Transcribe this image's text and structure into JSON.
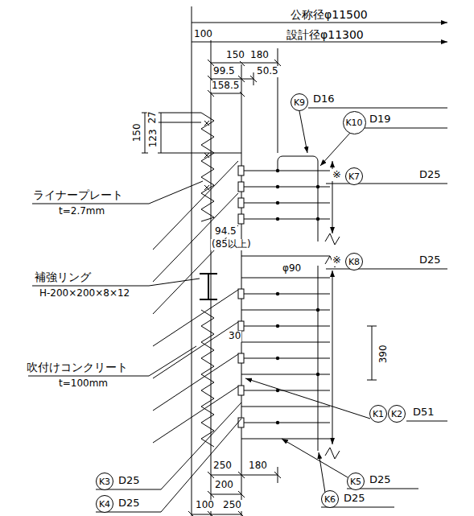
{
  "diagram": {
    "nodes": [
      {
        "text": [
          "K9"
        ]
      },
      {
        "text": [
          "K10"
        ]
      },
      {
        "text": [
          "K7"
        ]
      },
      {
        "text": [
          "K8"
        ]
      },
      {
        "text": [
          "K1"
        ]
      },
      {
        "text": [
          "K2"
        ]
      },
      {
        "text": [
          "K3"
        ]
      },
      {
        "text": [
          "K5"
        ]
      },
      {
        "text": [
          "K6"
        ]
      },
      {
        "text": [
          "K4"
        ]
      }
    ],
    "labels": [
      "公称径φ11500",
      "設計径φ11300",
      "100",
      "150",
      "180",
      "99.5",
      "50.5",
      "158.5",
      "150",
      "27",
      "123",
      "D16",
      "D19",
      "ライナープレート",
      "t=2.7mm",
      "94.5",
      "(85以上)",
      "※",
      "D25",
      "補強リング",
      "H-200×200×8×12",
      "※",
      "D25",
      "φ90",
      "30",
      "390",
      "吹付けコンクリート",
      "t=100mm",
      "D51",
      "D25",
      "250",
      "180",
      "D25",
      "200",
      "D25",
      "D25",
      "100",
      "250"
    ]
  }
}
